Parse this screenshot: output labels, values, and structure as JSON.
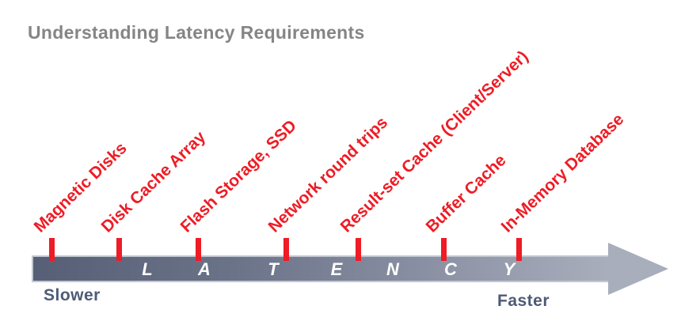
{
  "title": "Understanding Latency Requirements",
  "milestones": [
    "Magnetic Disks",
    "Disk Cache Array",
    "Flash Storage, SSD",
    "Network round trips",
    "Result-set Cache (Client/Server)",
    "Buffer Cache",
    "In-Memory Database"
  ],
  "timeline": {
    "word": "LATENCY",
    "letters": [
      "L",
      "A",
      "T",
      "E",
      "N",
      "C",
      "Y"
    ],
    "left_end_label": "Slower",
    "right_end_label": "Faster",
    "direction": "left-to-right"
  },
  "colors": {
    "title_gray": "#858585",
    "milestone_red": "#ee1c25",
    "bar_gradient_start": "#565f75",
    "bar_gradient_end": "#a9aebc",
    "bar_border": "#c2c7d0",
    "letter_white": "#ffffff",
    "end_label_blue_gray": "#4d5b76"
  }
}
